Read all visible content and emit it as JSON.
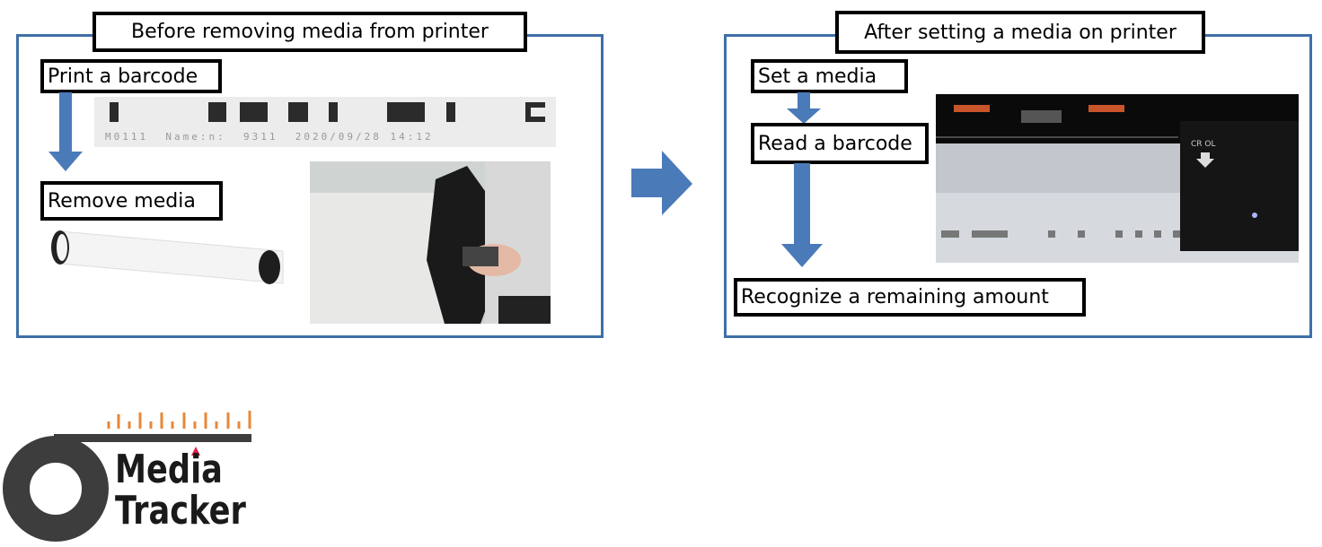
{
  "left_panel": {
    "title": "Before removing media from printer",
    "step1": "Print a barcode",
    "step2": "Remove media",
    "barcode_text": "M0111  Name:n:  9311  2020/09/28 14:12"
  },
  "right_panel": {
    "title": "After setting a media on printer",
    "step1": "Set a media",
    "step2": "Read a barcode",
    "step3": "Recognize a remaining amount",
    "printer_label": "CR OL"
  },
  "logo": {
    "line1": "Media",
    "line2": "Tracker"
  },
  "colors": {
    "panel_border": "#3f6fa8",
    "arrow": "#4a7ab8",
    "logo_gray": "#3d3d3d",
    "logo_orange": "#e8873a",
    "logo_red": "#e0204a"
  }
}
